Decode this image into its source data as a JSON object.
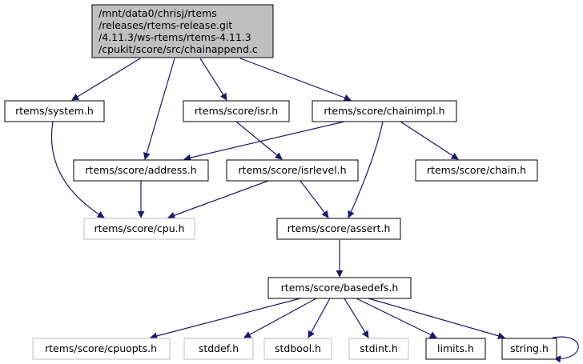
{
  "diagram": {
    "title_lines": [
      "/mnt/data0/chrisj/rtems",
      "/releases/rtems-release.git",
      "/4.11.3/ws-rtems/rtems-4.11.3",
      "/cpukit/score/src/chainappend.c"
    ],
    "nodes": {
      "system_h": "rtems/system.h",
      "isr_h": "rtems/score/isr.h",
      "chainimpl_h": "rtems/score/chainimpl.h",
      "address_h": "rtems/score/address.h",
      "isrlevel_h": "rtems/score/isrlevel.h",
      "chain_h": "rtems/score/chain.h",
      "cpu_h": "rtems/score/cpu.h",
      "assert_h": "rtems/score/assert.h",
      "basedefs_h": "rtems/score/basedefs.h",
      "cpuopts_h": "rtems/score/cpuopts.h",
      "stddef_h": "stddef.h",
      "stdbool_h": "stdbool.h",
      "stdint_h": "stdint.h",
      "limits_h": "limits.h",
      "string_h": "string.h"
    },
    "colors": {
      "root_fill": "#bfbfbf",
      "edge": "#191970",
      "documented_border": "#000000",
      "external_border": "#bfbfbf"
    }
  }
}
